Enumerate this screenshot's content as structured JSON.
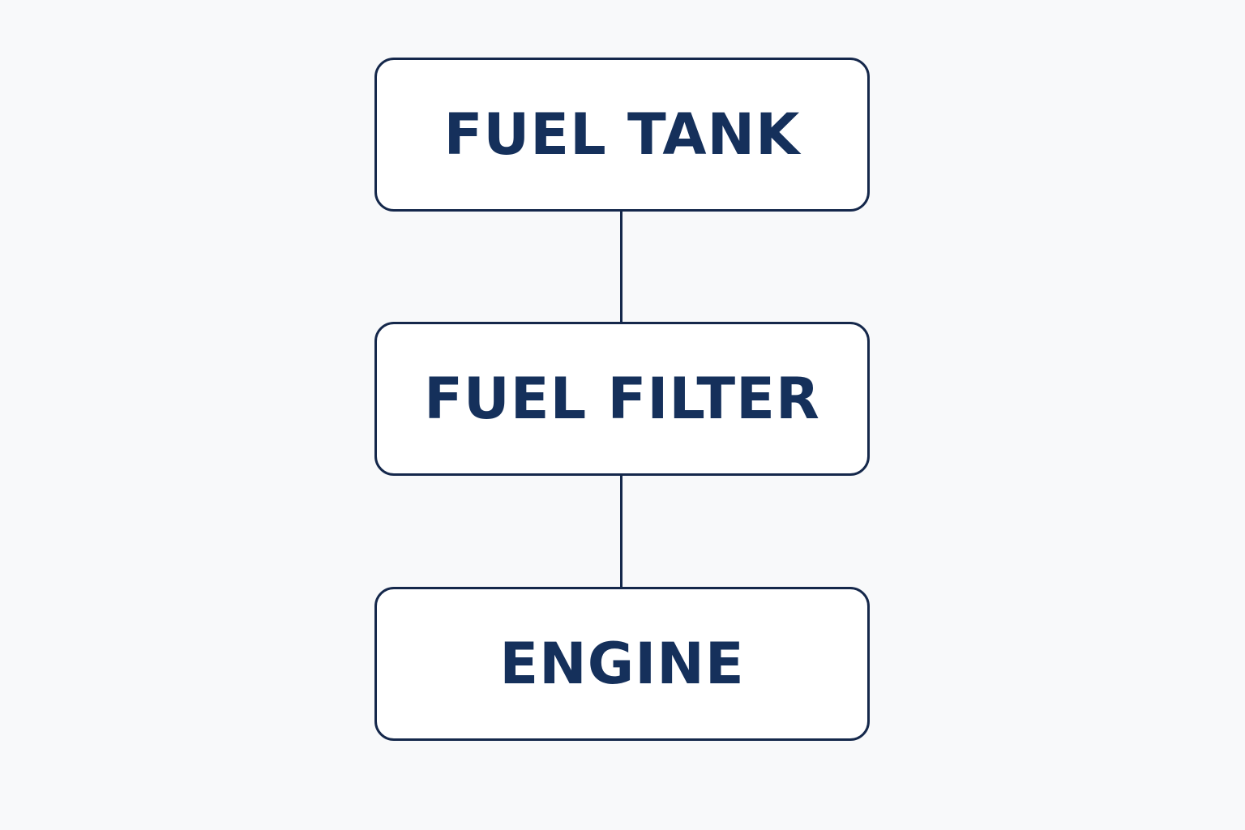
{
  "diagram": {
    "nodes": [
      {
        "id": "node-1",
        "label": "FUEL TANK"
      },
      {
        "id": "node-2",
        "label": "FUEL FILTER"
      },
      {
        "id": "node-3",
        "label": "ENGINE"
      }
    ],
    "edges": [
      {
        "from": "node-1",
        "to": "node-2"
      },
      {
        "from": "node-2",
        "to": "node-3"
      }
    ],
    "colors": {
      "background": "#f8f9fa",
      "box_fill": "#ffffff",
      "stroke": "#15284b",
      "text": "#15305b"
    }
  }
}
